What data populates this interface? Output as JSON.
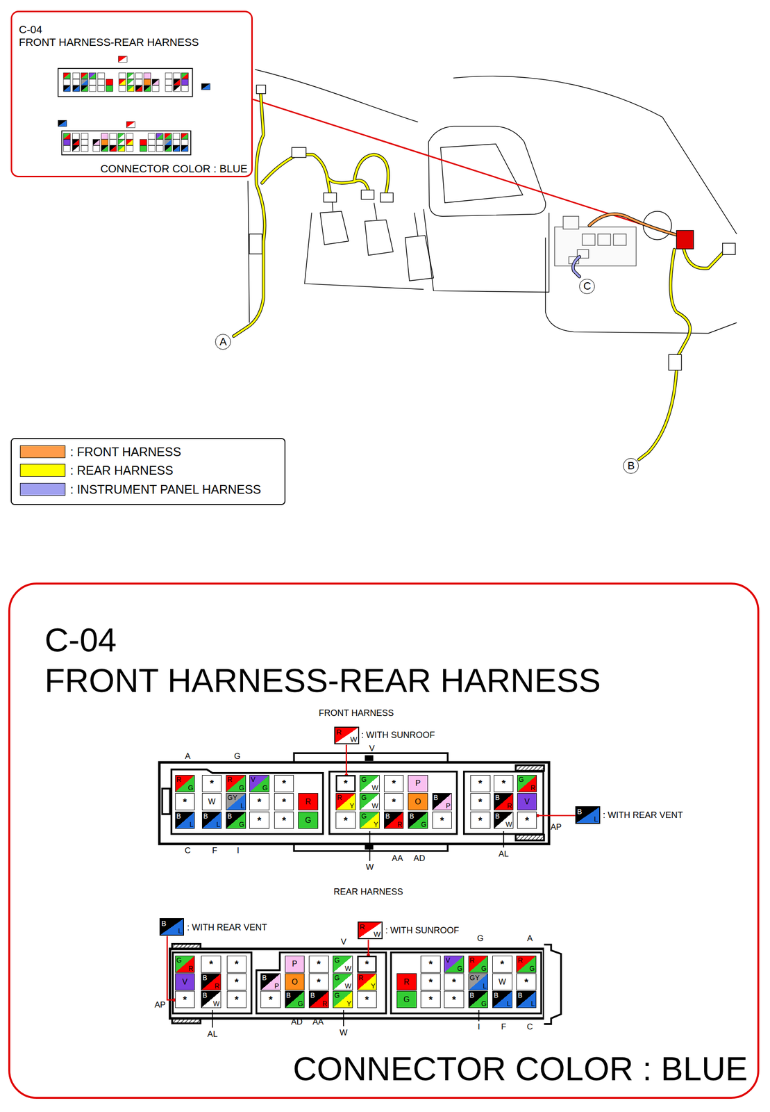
{
  "diagram": {
    "nodes": [
      {
        "text": [
          "C-04",
          "FRONT HARNESS-REAR HARNESS",
          "CONNECTOR COLOR : BLUE"
        ]
      },
      {
        "text": [
          "C"
        ]
      },
      {
        "text": [
          "A"
        ]
      },
      {
        "text": [
          "B"
        ]
      },
      {
        "text": [
          "C-04",
          "FRONT HARNESS-REAR HARNESS",
          "CONNECTOR COLOR : BLUE"
        ]
      }
    ],
    "labels": [
      "FRONT HARNESS",
      "R",
      "W",
      ": WITH SUNROOF",
      "V",
      "A",
      "G",
      "R",
      "G",
      "*",
      "R",
      "G",
      "V",
      "G",
      "*",
      "*",
      "G",
      "W",
      "*",
      "P",
      "*",
      "*",
      "G",
      "R",
      "*",
      "W",
      "GY",
      "L",
      "*",
      "*",
      "R",
      "R",
      "Y",
      "G",
      "W",
      "*",
      "O",
      "B",
      "P",
      "*",
      "B",
      "R",
      "V",
      "B",
      "L",
      "B",
      "L",
      "B",
      "G",
      "*",
      "*",
      "G",
      "*",
      "G",
      "Y",
      "B",
      "R",
      "B",
      "G",
      "*",
      "*",
      "B",
      "W",
      "*",
      "B",
      "L",
      ": WITH REAR VENT",
      "AP",
      "C",
      "F",
      "I",
      "W",
      "AA",
      "AD",
      "AL",
      "REAR HARNESS",
      "B",
      "L",
      ": WITH REAR VENT",
      "R",
      "W",
      ": WITH SUNROOF",
      "V",
      "G",
      "A",
      "G",
      "R",
      "*",
      "*",
      "P",
      "*",
      "G",
      "W",
      "*",
      "*",
      "V",
      "G",
      "R",
      "G",
      "*",
      "R",
      "G",
      "V",
      "B",
      "R",
      "*",
      "B",
      "P",
      "O",
      "*",
      "G",
      "W",
      "R",
      "Y",
      "R",
      "*",
      "*",
      "GY",
      "L",
      "W",
      "*",
      "*",
      "B",
      "W",
      "*",
      "*",
      "B",
      "G",
      "B",
      "R",
      "G",
      "Y",
      "*",
      "G",
      "*",
      "*",
      "B",
      "G",
      "B",
      "L",
      "B",
      "L",
      "AP",
      "AL",
      "AD",
      "AA",
      "W",
      "I",
      "F",
      "C"
    ],
    "legend": [
      {
        "text": ": FRONT HARNESS",
        "color": "#ff9c4a"
      },
      {
        "text": ": REAR HARNESS",
        "color": "#ffff00"
      },
      {
        "text": ": INSTRUMENT PANEL HARNESS",
        "color": "#a0a0f0"
      }
    ]
  }
}
